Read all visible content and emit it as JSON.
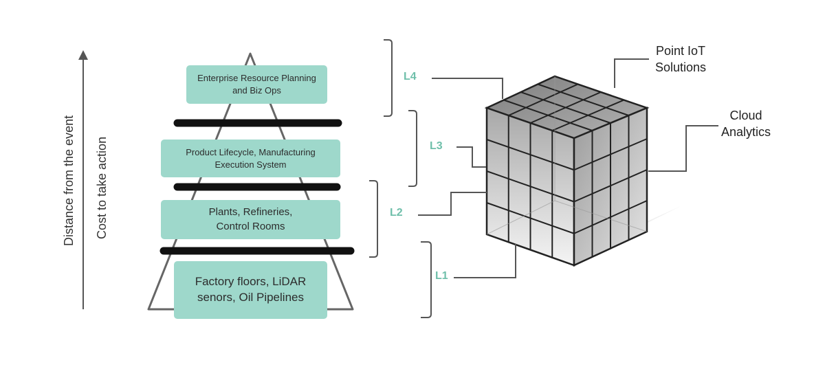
{
  "axis": {
    "distance_label": "Distance from the event",
    "cost_label": "Cost to take action"
  },
  "pyramid": {
    "layers": [
      {
        "line1": "Enterprise Resource Planning",
        "line2": "and Biz Ops"
      },
      {
        "line1": "Product Lifecycle, Manufacturing",
        "line2": "Execution System"
      },
      {
        "line1": "Plants, Refineries,",
        "line2": "Control Rooms"
      },
      {
        "line1": "Factory floors, LiDAR",
        "line2": "senors, Oil Pipelines"
      }
    ]
  },
  "levels": {
    "l4": "L4",
    "l3": "L3",
    "l2": "L2",
    "l1": "L1"
  },
  "cube_labels": {
    "point_iot": {
      "line1": "Point IoT",
      "line2": "Solutions"
    },
    "cloud": {
      "line1": "Cloud",
      "line2": "Analytics"
    }
  },
  "colors": {
    "box_fill": "#9ed8cb",
    "level_text": "#6fbfaa",
    "line": "#555555"
  }
}
